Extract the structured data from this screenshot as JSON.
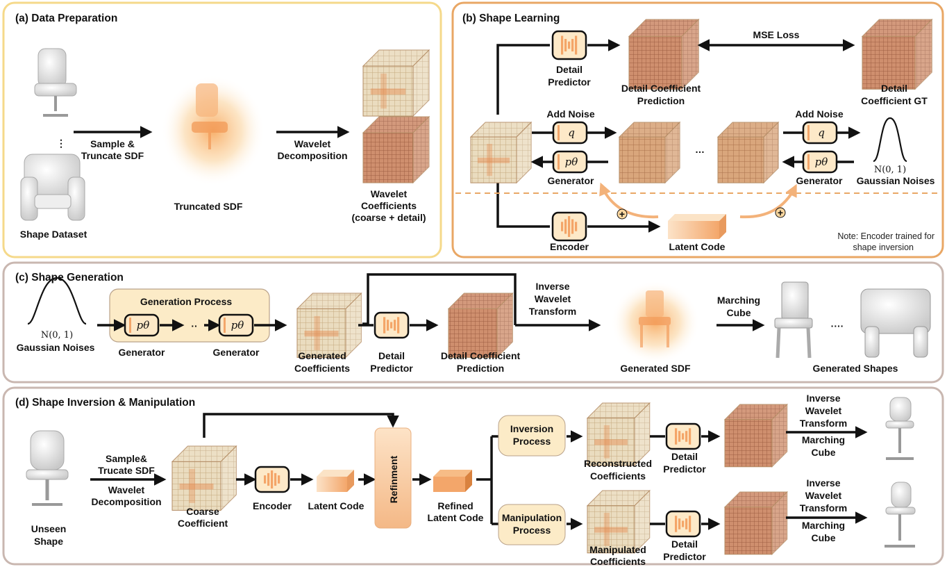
{
  "colors": {
    "panel_a_border": "#f5d98a",
    "panel_b_border": "#e9a765",
    "panel_cd_border": "#c9b7b0",
    "cube_face": "#e9d9b8",
    "cube_accent": "#e68a4e",
    "module_fill": "#fde9c8"
  },
  "panels": {
    "a": {
      "title": "(a) Data Preparation",
      "shape_dataset": "Shape Dataset",
      "sample_truncate_1": "Sample &",
      "sample_truncate_2": "Truncate SDF",
      "truncated_sdf": "Truncated SDF",
      "wavelet_decomp_1": "Wavelet",
      "wavelet_decomp_2": "Decomposition",
      "wavelet_coeff_1": "Wavelet",
      "wavelet_coeff_2": "Coefficients",
      "wavelet_coeff_3": "(coarse + detail)",
      "dots": "⋮"
    },
    "b": {
      "title": "(b) Shape Learning",
      "detail_predictor_1": "Detail",
      "detail_predictor_2": "Predictor",
      "detail_pred_1": "Detail Coefficient",
      "detail_pred_2": "Prediction",
      "mse_loss": "MSE Loss",
      "detail_gt_1": "Detail",
      "detail_gt_2": "Coefficient GT",
      "add_noise_left": "Add Noise",
      "add_noise_right": "Add Noise",
      "q_symbol": "q",
      "p_symbol": "pθ",
      "generator_left": "Generator",
      "generator_right": "Generator",
      "gaussian_symbol": "N(0, 1)",
      "gaussian_noises": "Gaussian Noises",
      "ellipsis": "…",
      "encoder": "Encoder",
      "latent_code": "Latent Code",
      "plus": "+",
      "note_1": "Note: Encoder trained for",
      "note_2": "shape inversion"
    },
    "c": {
      "title": "(c) Shape Generation",
      "gaussian_symbol": "N(0, 1)",
      "gaussian_noises": "Gaussian Noises",
      "generation_process": "Generation Process",
      "p_symbol": "pθ",
      "dots": "··",
      "generator_1": "Generator",
      "generator_2": "Generator",
      "generated_coeff_1": "Generated",
      "generated_coeff_2": "Coefficients",
      "detail_predictor_1": "Detail",
      "detail_predictor_2": "Predictor",
      "detail_pred_1": "Detail Coefficient",
      "detail_pred_2": "Prediction",
      "inverse_1": "Inverse",
      "inverse_2": "Wavelet",
      "inverse_3": "Transform",
      "generated_sdf": "Generated SDF",
      "marching_1": "Marching",
      "marching_2": "Cube",
      "shape_dots": "····",
      "generated_shapes": "Generated Shapes"
    },
    "d": {
      "title": "(d) Shape Inversion & Manipulation",
      "unseen_1": "Unseen",
      "unseen_2": "Shape",
      "sample_1": "Sample&",
      "sample_2": "Trucate SDF",
      "wavelet_1": "Wavelet",
      "wavelet_2": "Decomposition",
      "coarse_1": "Coarse",
      "coarse_2": "Coefficient",
      "encoder": "Encoder",
      "latent_code": "Latent Code",
      "refinement": "Refinment",
      "refined_1": "Refined",
      "refined_2": "Latent Code",
      "inversion_1": "Inversion",
      "inversion_2": "Process",
      "manipulation_1": "Manipulation",
      "manipulation_2": "Process",
      "reconstructed_1": "Reconstructed",
      "reconstructed_2": "Coefficients",
      "manipulated_1": "Manipulated",
      "manipulated_2": "Coefficients",
      "detail_1": "Detail",
      "detail_2": "Predictor",
      "inverse_1": "Inverse",
      "inverse_2": "Wavelet",
      "inverse_3": "Transform",
      "marching_1": "Marching",
      "marching_2": "Cube"
    }
  }
}
